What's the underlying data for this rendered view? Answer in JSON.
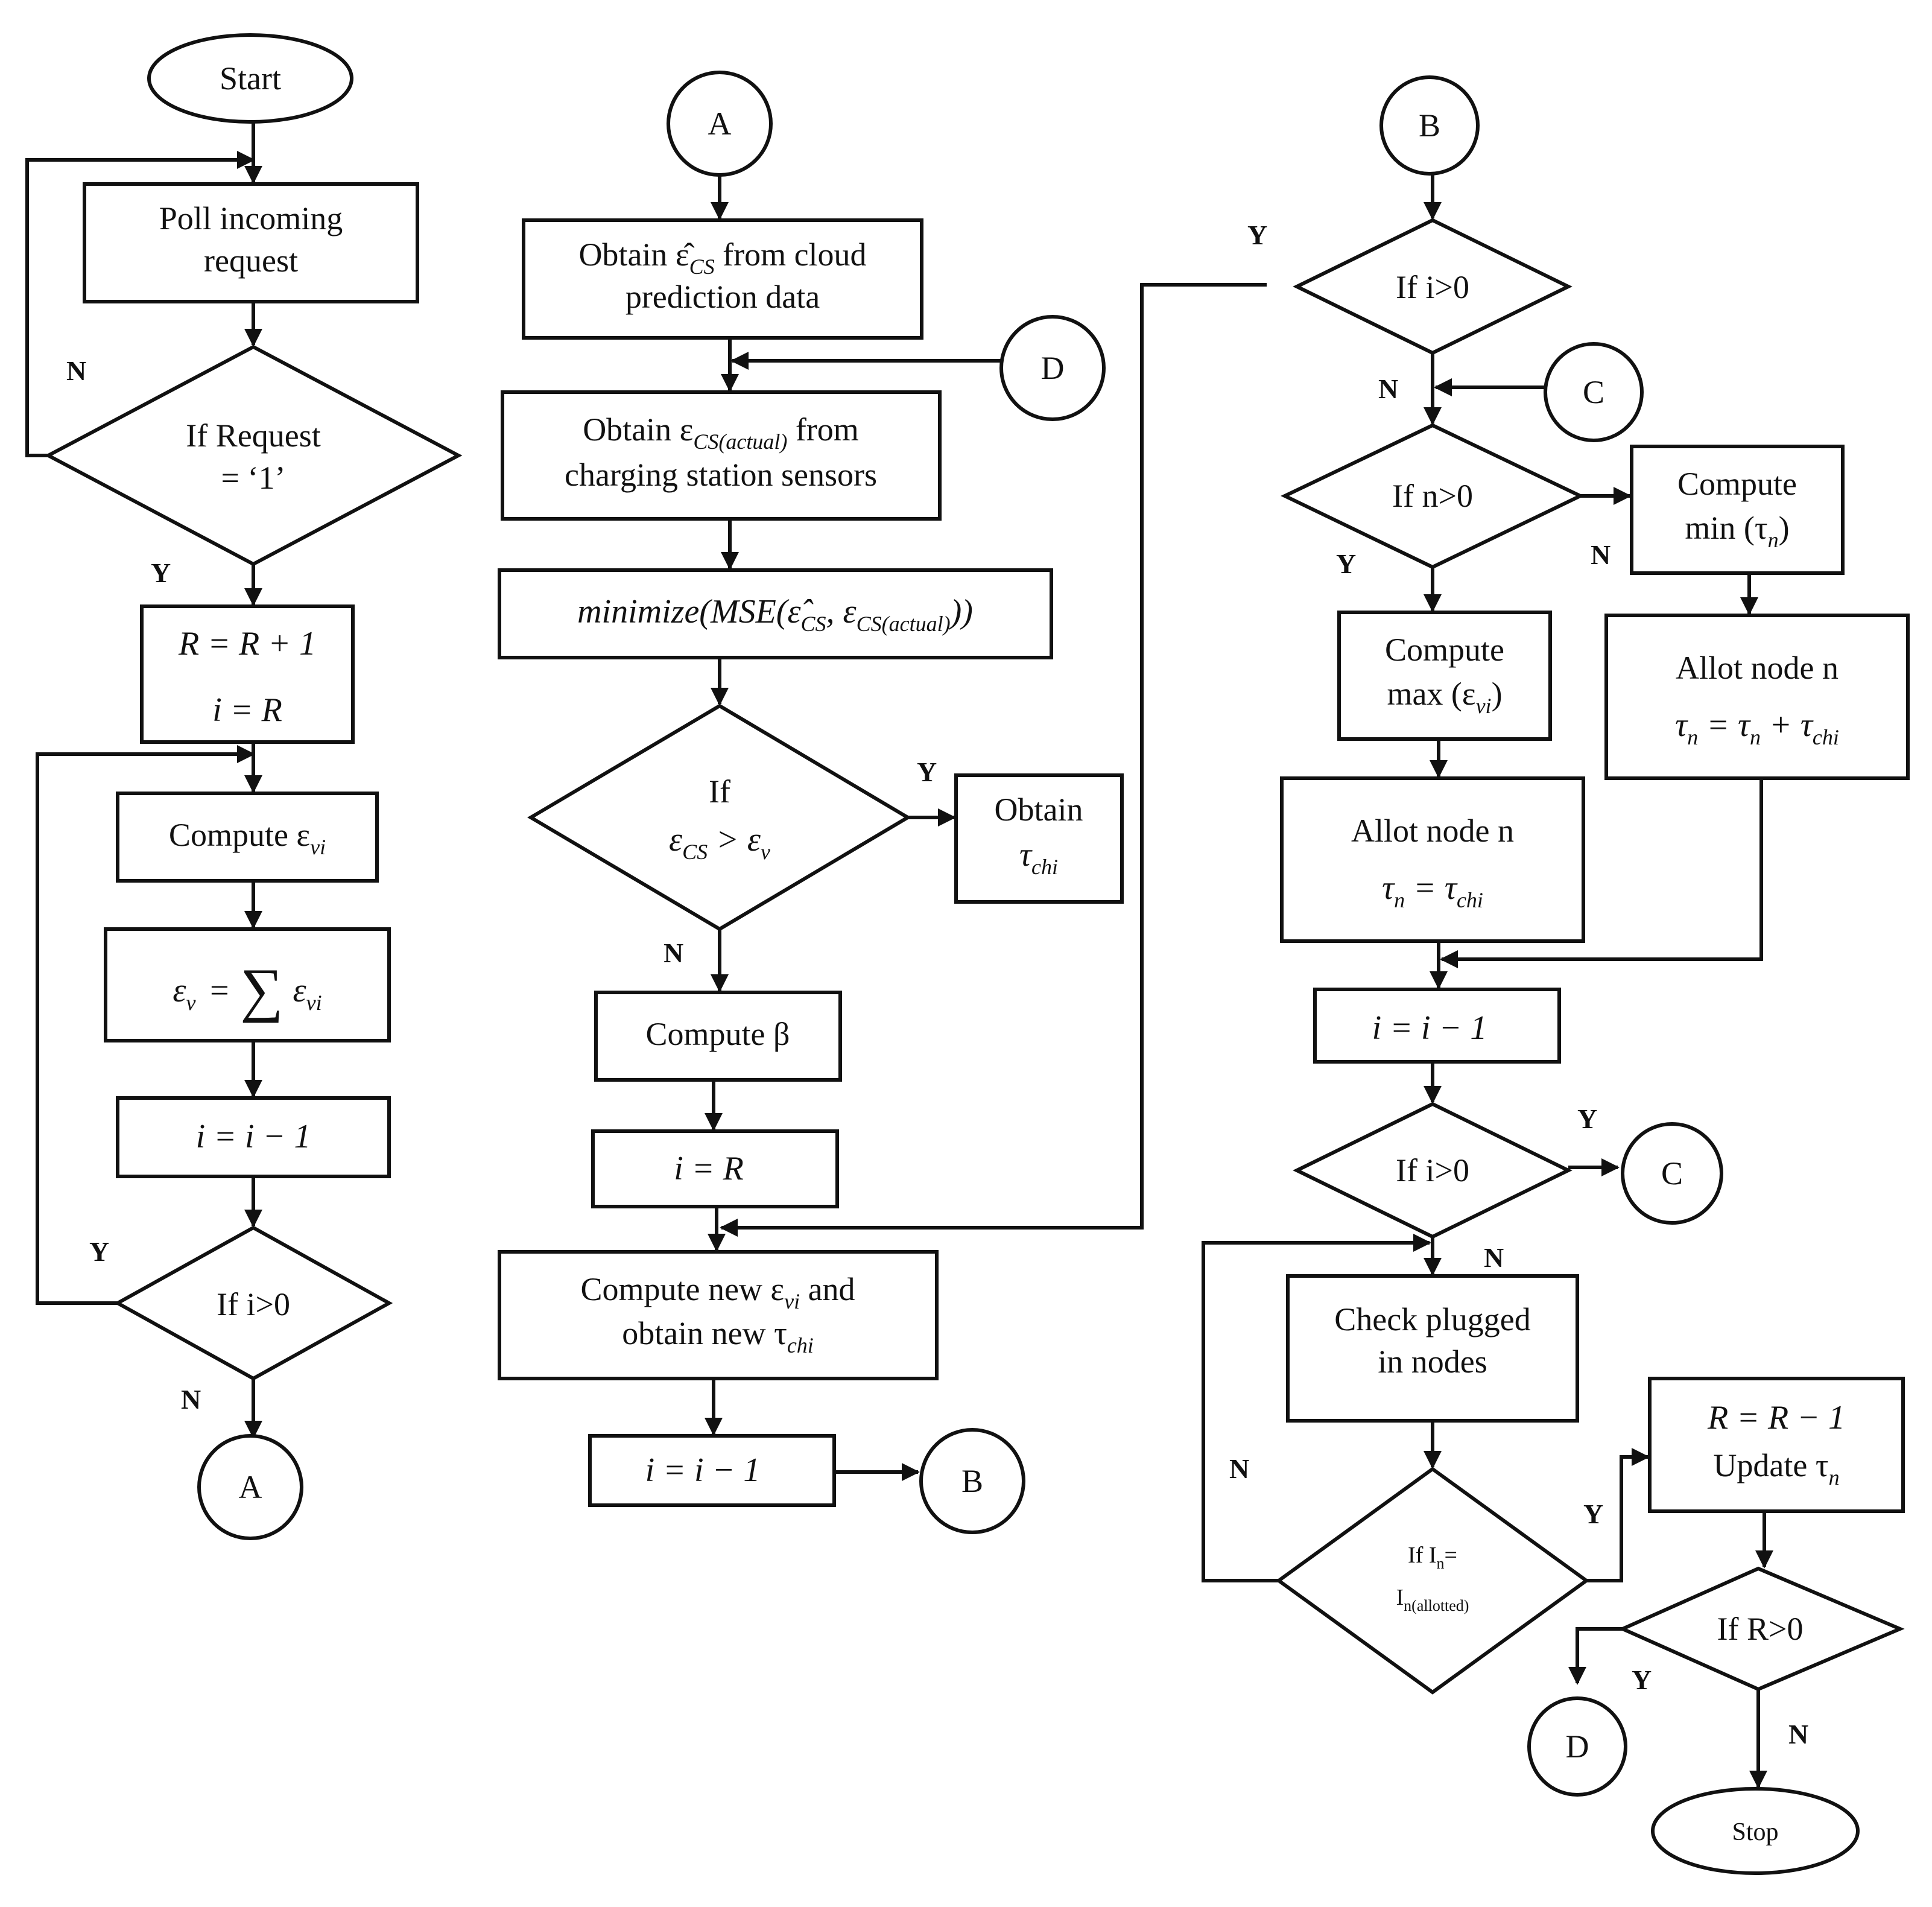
{
  "colors": {
    "stroke": "#111111",
    "background": "#ffffff"
  },
  "col1": {
    "start": "Start",
    "poll_1": "Poll incoming",
    "poll_2": "request",
    "ifreq_1": "If Request",
    "ifreq_2": "= ‘1’",
    "r_inc": "R = R + 1",
    "i_eq_r": "i = R",
    "compute_evi": "Compute ε",
    "compute_evi_sub": "vi",
    "sum_lhs": "ε",
    "sum_lhs_sub": "v",
    "sum_eq": "=",
    "sum_sym": "∑",
    "sum_rhs": "ε",
    "sum_rhs_sub": "vi",
    "i_dec": "i = i − 1",
    "ifi": "If i>0",
    "conn_a": "A"
  },
  "col2": {
    "conn_a": "A",
    "obtain_pred_1": "Obtain ε̂",
    "obtain_pred_1_sub": "CS",
    "obtain_pred_1_tail": " from cloud",
    "obtain_pred_2": "prediction data",
    "conn_d": "D",
    "obtain_act_1": "Obtain ε",
    "obtain_act_1_sub": "CS(actual)",
    "obtain_act_1_tail": " from",
    "obtain_act_2": "charging station sensors",
    "minimize": "minimize(MSE(ε̂",
    "minimize_sub1": "CS",
    "minimize_mid": ", ε",
    "minimize_sub2": "CS(actual)",
    "minimize_tail": "))",
    "if_1": "If",
    "if_2": "ε",
    "if_2_sub": "CS",
    "if_2_mid": " >  ε",
    "if_2_sub2": "v",
    "obtain_tau_1": "Obtain",
    "obtain_tau_2": "τ",
    "obtain_tau_2_sub": "chi",
    "compute_beta": "Compute β",
    "i_eq_r": "i = R",
    "compute_new_1": "Compute new ε",
    "compute_new_1_sub": "vi",
    "compute_new_1_tail": " and",
    "compute_new_2": "obtain new τ",
    "compute_new_2_sub": "chi",
    "i_dec": "i = i − 1",
    "conn_b": "B"
  },
  "col3": {
    "conn_b": "B",
    "ifi_top": "If i>0",
    "conn_c_left": "C",
    "ifn": "If n>0",
    "compute_min_1": "Compute",
    "compute_min_2": "min (τ",
    "compute_min_2_sub": "n",
    "compute_min_2_tail": ")",
    "compute_max_1": "Compute",
    "compute_max_2": "max (ε",
    "compute_max_2_sub": "vi",
    "compute_max_2_tail": ")",
    "allot_right_1": "Allot node n",
    "allot_right_2": "τ",
    "allot_right_2_sub": "n",
    "allot_right_2_mid": " = τ",
    "allot_right_2_sub2": "n",
    "allot_right_2_mid2": " + τ",
    "allot_right_2_sub3": "chi",
    "allot_left_1": "Allot node n",
    "allot_left_2": "τ",
    "allot_left_2_sub": "n",
    "allot_left_2_mid": " = τ",
    "allot_left_2_sub2": "chi",
    "i_dec": "i = i − 1",
    "ifi_bottom": "If i>0",
    "conn_c_right": "C",
    "check_1": "Check plugged",
    "check_2": "in nodes",
    "ifin_1": "If I",
    "ifin_1_sub": "n",
    "ifin_1_tail": "=",
    "ifin_2": "I",
    "ifin_2_sub": "n(allotted)",
    "r_dec": "R = R − 1",
    "update_tau": "Update τ",
    "update_tau_sub": "n",
    "ifr": "If R>0",
    "conn_d": "D",
    "stop": "Stop"
  },
  "yn": {
    "y": "Y",
    "n": "N"
  }
}
